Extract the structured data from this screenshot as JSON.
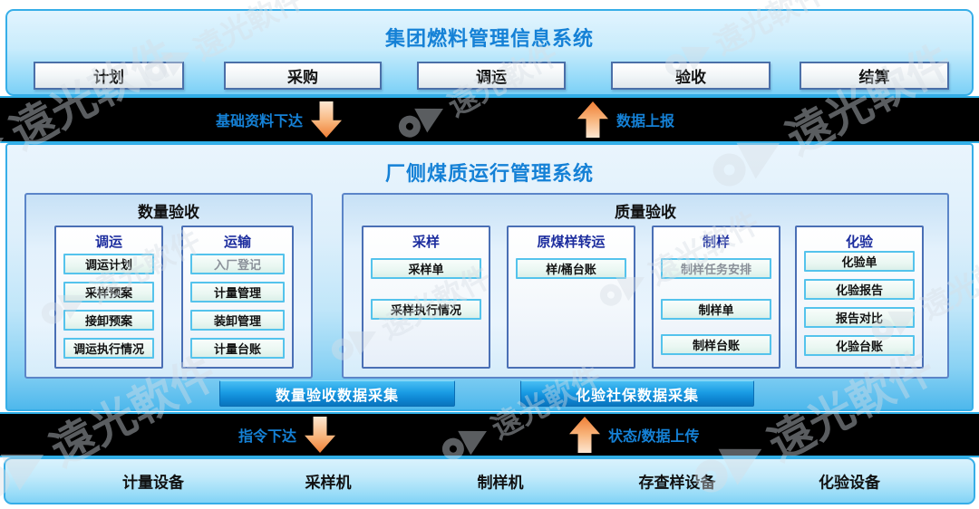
{
  "watermark": {
    "text": "遠光軟件"
  },
  "top_system": {
    "title": "集团燃料管理信息系统",
    "modules": [
      {
        "label": "计划"
      },
      {
        "label": "采购"
      },
      {
        "label": "调运"
      },
      {
        "label": "验收"
      },
      {
        "label": "结算"
      }
    ]
  },
  "flows": {
    "top_down": "基础资料下达",
    "top_up": "数据上报",
    "bottom_down": "指令下达",
    "bottom_up": "状态/数据上传"
  },
  "plant_system": {
    "title": "厂侧煤质运行管理系统",
    "quantity": {
      "title": "数量验收",
      "columns": [
        {
          "title": "调运",
          "items": [
            "调运计划",
            "采样预案",
            "接卸预案",
            "调运执行情况"
          ]
        },
        {
          "title": "运输",
          "items": [
            "入厂登记",
            "计量管理",
            "装卸管理",
            "计量台账"
          ]
        }
      ],
      "collect_button": "数量验收数据采集"
    },
    "quality": {
      "title": "质量验收",
      "columns": [
        {
          "title": "采样",
          "items": [
            "采样单",
            "采样执行情况"
          ]
        },
        {
          "title": "原煤样转运",
          "items": [
            "样/桶台账"
          ]
        },
        {
          "title": "制样",
          "items": [
            "制样任务安排",
            "制样单",
            "制样台账"
          ]
        },
        {
          "title": "化验",
          "items": [
            "化验单",
            "化验报告",
            "报告对比",
            "化验台账"
          ]
        }
      ],
      "collect_button": "化验社保数据采集"
    }
  },
  "devices": [
    "计量设备",
    "采样机",
    "制样机",
    "存查样设备",
    "化验设备"
  ],
  "colors": {
    "accent_blue": "#1581d6",
    "navy_header": "#1c2d9e",
    "arrow_orange": "#ef7e35",
    "button_blue": "#0d84d0",
    "band_black": "#000000"
  }
}
